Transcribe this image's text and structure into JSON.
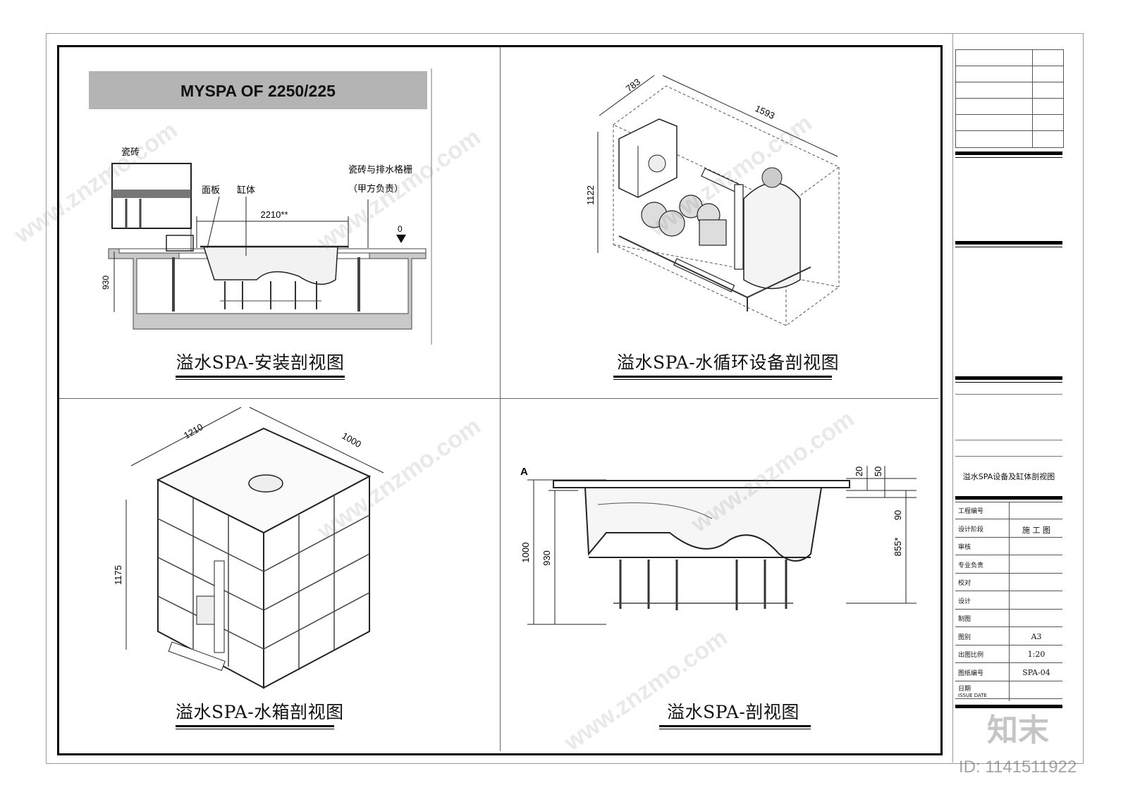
{
  "panels": {
    "install": {
      "banner": "MYSPA OF 2250/225",
      "labels": {
        "tile": "瓷砖",
        "panel": "面板",
        "body": "缸体",
        "tile_grate_1": "瓷砖与排水格栅",
        "tile_grate_2": "（甲方负责）",
        "length": "2210**",
        "zero": "0",
        "depth": "930"
      },
      "caption": "溢水SPA-安装剖视图"
    },
    "equipment": {
      "dims": {
        "depth": "783",
        "length": "1593",
        "height": "1122"
      },
      "caption": "溢水SPA-水循环设备剖视图"
    },
    "tank": {
      "dims": {
        "width": "1210",
        "depth": "1000",
        "height": "1175"
      },
      "caption": "溢水SPA-水箱剖视图"
    },
    "section": {
      "label_a": "A",
      "dims": {
        "d20": "20",
        "d50": "50",
        "d90": "90",
        "d855": "855*",
        "d1000": "1000",
        "d930": "930"
      },
      "caption": "溢水SPA-剖视图"
    }
  },
  "title_block": {
    "drawing_title": "溢水SPA设备及缸体剖视图",
    "rows": [
      {
        "key": "工程编号",
        "value": ""
      },
      {
        "key": "设计阶段",
        "value": "施 工 图"
      },
      {
        "key": "审核",
        "value": ""
      },
      {
        "key": "专业负责",
        "value": ""
      },
      {
        "key": "校对",
        "value": ""
      },
      {
        "key": "设计",
        "value": ""
      },
      {
        "key": "制图",
        "value": ""
      },
      {
        "key": "图别",
        "value": "A3"
      },
      {
        "key": "出图比例",
        "value": "1:20"
      },
      {
        "key": "图纸编号",
        "value": "SPA-04"
      },
      {
        "key": "日期",
        "value": ""
      }
    ],
    "issue_date_label": "ISSUE DATE"
  },
  "watermark": {
    "text": "www.znzmo.com",
    "logo": "知末",
    "id_label": "ID: 1141511922"
  }
}
